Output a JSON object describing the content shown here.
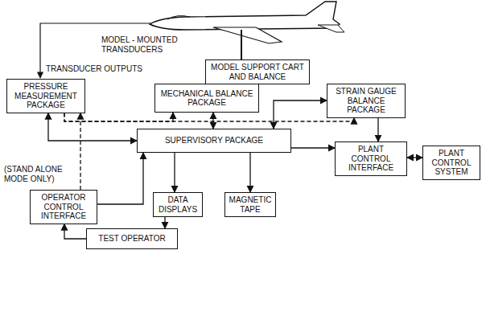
{
  "diagram": {
    "nodes": [
      {
        "text": [
          "MODEL SUPPORT CART AND BALANCE"
        ]
      },
      {
        "text": [
          "PRESSURE MEASUREMENT PACKAGE"
        ]
      },
      {
        "text": [
          "MECHANICAL BALANCE PACKAGE"
        ]
      },
      {
        "text": [
          "STRAIN GAUGE BALANCE PACKAGE"
        ]
      },
      {
        "text": [
          "SUPERVISORY PACKAGE"
        ]
      },
      {
        "text": [
          "PLANT CONTROL INTERFACE"
        ]
      },
      {
        "text": [
          "PLANT CONTROL SYSTEM"
        ]
      },
      {
        "text": [
          "OPERATOR CONTROL INTERFACE"
        ]
      },
      {
        "text": [
          "DATA DISPLAYS"
        ]
      },
      {
        "text": [
          "MAGNETIC TAPE"
        ]
      },
      {
        "text": [
          "TEST OPERATOR"
        ]
      }
    ],
    "edges": [
      {
        "from": 0,
        "to": 2,
        "arrow": "both"
      },
      {
        "from": 1,
        "to": 4,
        "arrow": "both"
      },
      {
        "from": 2,
        "to": 4,
        "arrow": "both"
      },
      {
        "from": 3,
        "to": 4,
        "arrow": "both"
      },
      {
        "from": 1,
        "to": 2,
        "arrow": "to"
      },
      {
        "from": 1,
        "to": 3,
        "arrow": "to"
      },
      {
        "from": 4,
        "to": 5,
        "arrow": "to"
      },
      {
        "from": 3,
        "to": 5,
        "arrow": "to"
      },
      {
        "from": 5,
        "to": 6,
        "arrow": "both"
      },
      {
        "from": 7,
        "to": 1,
        "arrow": "to"
      },
      {
        "from": 7,
        "to": 4,
        "arrow": "to"
      },
      {
        "from": 4,
        "to": 8,
        "arrow": "to"
      },
      {
        "from": 4,
        "to": 9,
        "arrow": "to"
      },
      {
        "from": 8,
        "to": 10,
        "arrow": "to"
      },
      {
        "from": 10,
        "to": 7,
        "arrow": "to"
      }
    ],
    "labels": [
      "MODEL - MOUNTED TRANSDUCERS",
      "TRANSDUCER OUTPUTS",
      "(STAND ALONE MODE ONLY)"
    ]
  }
}
